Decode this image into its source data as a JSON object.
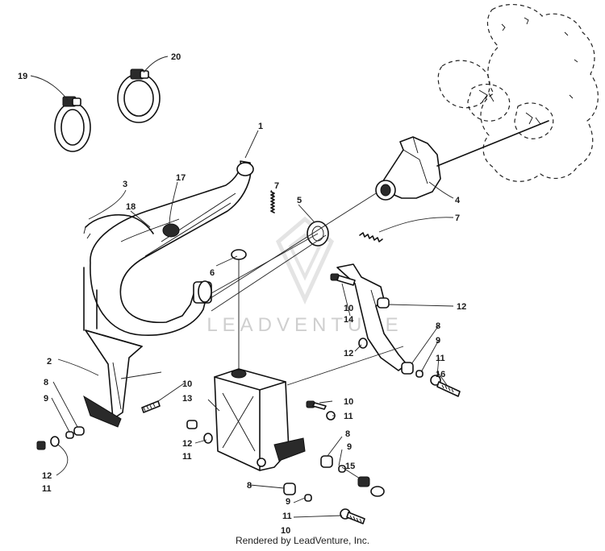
{
  "diagram": {
    "callouts": [
      {
        "id": "c1",
        "text": "1"
      },
      {
        "id": "c2",
        "text": "2"
      },
      {
        "id": "c3",
        "text": "3"
      },
      {
        "id": "c4",
        "text": "4"
      },
      {
        "id": "c5",
        "text": "5"
      },
      {
        "id": "c6",
        "text": "6"
      },
      {
        "id": "c7a",
        "text": "7"
      },
      {
        "id": "c7b",
        "text": "7"
      },
      {
        "id": "c8a",
        "text": "8"
      },
      {
        "id": "c8b",
        "text": "8"
      },
      {
        "id": "c8c",
        "text": "8"
      },
      {
        "id": "c8d",
        "text": "8"
      },
      {
        "id": "c9a",
        "text": "9"
      },
      {
        "id": "c9b",
        "text": "9"
      },
      {
        "id": "c9c",
        "text": "9"
      },
      {
        "id": "c9d",
        "text": "9"
      },
      {
        "id": "c10a",
        "text": "10"
      },
      {
        "id": "c10b",
        "text": "10"
      },
      {
        "id": "c10c",
        "text": "10"
      },
      {
        "id": "c10d",
        "text": "10"
      },
      {
        "id": "c11a",
        "text": "11"
      },
      {
        "id": "c11b",
        "text": "11"
      },
      {
        "id": "c11c",
        "text": "11"
      },
      {
        "id": "c11d",
        "text": "11"
      },
      {
        "id": "c11e",
        "text": "11"
      },
      {
        "id": "c12a",
        "text": "12"
      },
      {
        "id": "c12b",
        "text": "12"
      },
      {
        "id": "c12c",
        "text": "12"
      },
      {
        "id": "c12d",
        "text": "12"
      },
      {
        "id": "c13",
        "text": "13"
      },
      {
        "id": "c14",
        "text": "14"
      },
      {
        "id": "c15",
        "text": "15"
      },
      {
        "id": "c16",
        "text": "16"
      },
      {
        "id": "c17",
        "text": "17"
      },
      {
        "id": "c18",
        "text": "18"
      },
      {
        "id": "c19",
        "text": "19"
      },
      {
        "id": "c20",
        "text": "20"
      }
    ]
  },
  "watermark": "LEADVENTURE",
  "footer": "Rendered by LeadVenture, Inc."
}
